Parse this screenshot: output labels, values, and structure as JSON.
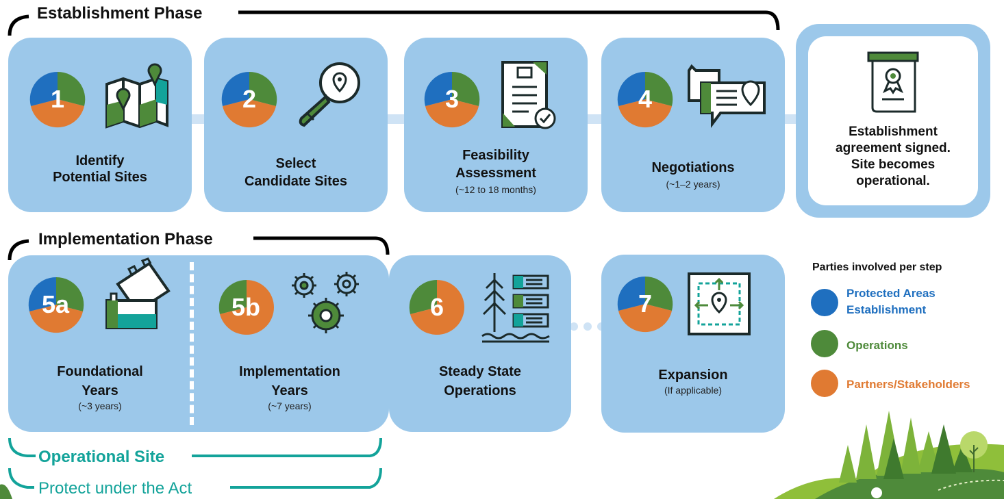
{
  "phases": {
    "establishment": "Establishment Phase",
    "implementation": "Implementation Phase",
    "operational": "Operational Site",
    "protect": "Protect under the Act"
  },
  "steps": [
    {
      "number": "1",
      "title_line1": "Identify",
      "title_line2": "Potential Sites",
      "icon": "map-icon"
    },
    {
      "number": "2",
      "title_line1": "Select",
      "title_line2": "Candidate Sites",
      "icon": "magnifier-location-icon"
    },
    {
      "number": "3",
      "title_line1": "Feasibility",
      "title_line2": "Assessment",
      "subtitle": "(~12 to 18 months)",
      "icon": "document-check-icon"
    },
    {
      "number": "4",
      "title_line1": "Negotiations",
      "subtitle": "(~1–2 years)",
      "icon": "chat-bubbles-icon"
    },
    {
      "number": "5a",
      "title_line1": "Foundational",
      "title_line2": "Years",
      "subtitle": "(~3 years)",
      "icon": "building-blocks-icon"
    },
    {
      "number": "5b",
      "title_line1": "Implementation",
      "title_line2": "Years",
      "subtitle": "(~7 years)",
      "icon": "gears-icon"
    },
    {
      "number": "6",
      "title_line1": "Steady State",
      "title_line2": "Operations",
      "icon": "forest-checklist-icon"
    },
    {
      "number": "7",
      "title_line1": "Expansion",
      "subtitle": "(If applicable)",
      "icon": "expand-location-icon"
    }
  ],
  "outcome": {
    "line1": "Establishment",
    "line2": "agreement signed.",
    "line3": "Site becomes",
    "line4": "operational.",
    "icon": "certificate-scroll-icon"
  },
  "legend": {
    "title": "Parties involved per step",
    "items": [
      {
        "label_line1": "Protected Areas",
        "label_line2": "Establishment",
        "color": "#1f6fbf"
      },
      {
        "label_line1": "Operations",
        "color": "#4e8a3a"
      },
      {
        "label_line1": "Partners/Stakeholders",
        "color": "#e07a32"
      }
    ]
  },
  "colors": {
    "card": "#9cc8ea",
    "connector": "#cfe3f5",
    "blue": "#1f6fbf",
    "green": "#4e8a3a",
    "orange": "#e07a32",
    "teal": "#13a39a"
  }
}
